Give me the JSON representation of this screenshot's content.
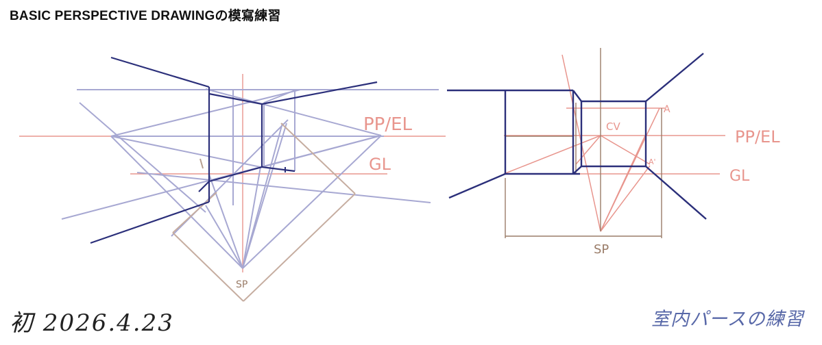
{
  "header": {
    "title": "BASIC PERSPECTIVE DRAWINGの模寫練習"
  },
  "left_diagram": {
    "pp_el_label": "PP/EL",
    "gl_label": "GL",
    "sp_label": "SP"
  },
  "right_diagram": {
    "pp_el_label": "PP/EL",
    "gl_label": "GL",
    "sp_label": "SP",
    "cv_label": "CV",
    "a_label": "A",
    "a_prime_label": "A'"
  },
  "footer": {
    "date_note": "初 2026.4.23",
    "subtitle_note": "室内パースの練習"
  },
  "colors": {
    "ink_navy": "#2b2f7a",
    "ink_lavender": "#a7a8d2",
    "ink_salmon": "#e8958d",
    "ink_brown": "#9a7c68",
    "text_blue": "#5868a8"
  }
}
